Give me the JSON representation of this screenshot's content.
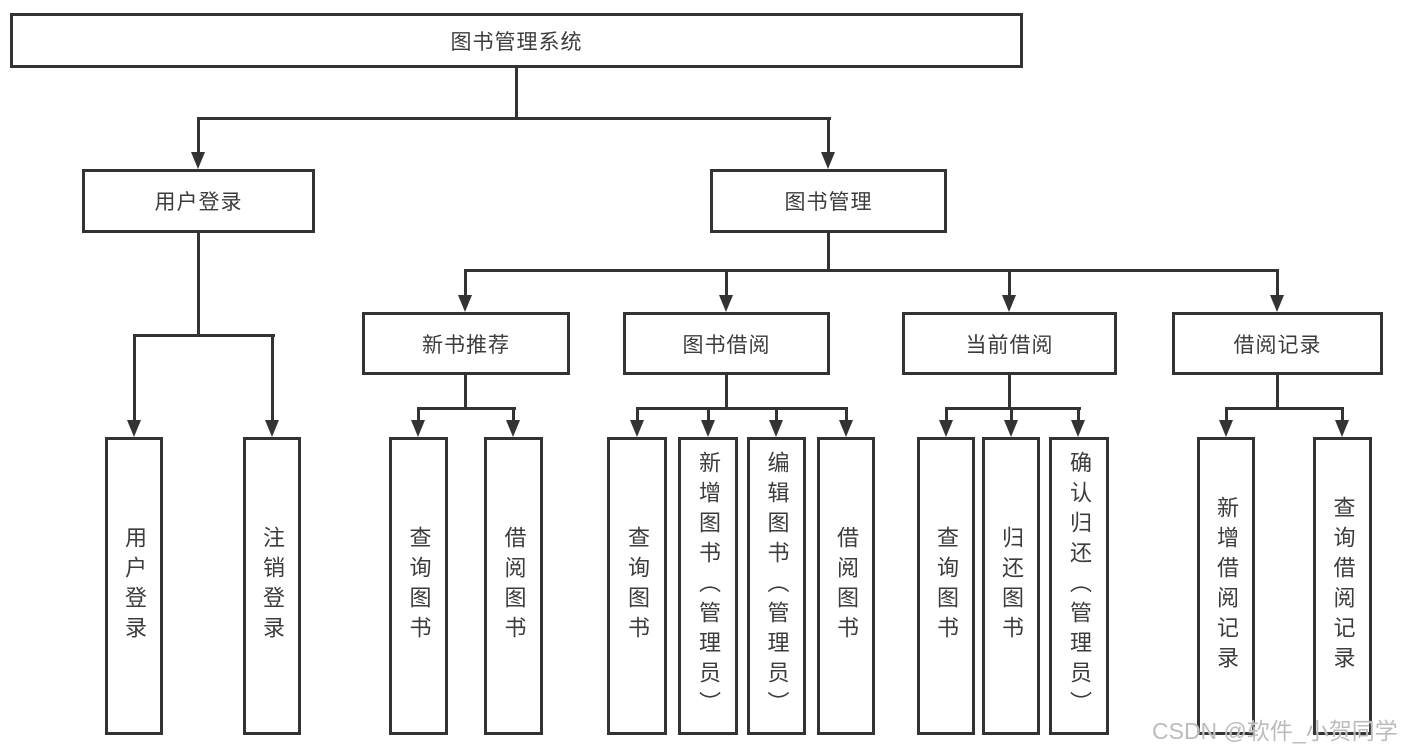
{
  "diagram": {
    "title_node": "图书管理系统",
    "nodes": {
      "root": "图书管理系统",
      "user_login": "用户登录",
      "book_management": "图书管理",
      "new_book_recommend": "新书推荐",
      "book_borrow": "图书借阅",
      "current_borrow": "当前借阅",
      "borrow_records": "借阅记录",
      "leaf_user_login": "用户登录",
      "leaf_logout": "注销登录",
      "leaf_nb_query_books": "查询图书",
      "leaf_nb_borrow_books": "借阅图书",
      "leaf_bb_query_books": "查询图书",
      "leaf_bb_add_books_admin": "新增图书（管理员）",
      "leaf_bb_edit_books_admin": "编辑图书（管理员）",
      "leaf_bb_borrow_books": "借阅图书",
      "leaf_cb_query_books": "查询图书",
      "leaf_cb_return_books": "归还图书",
      "leaf_cb_confirm_return_admin": "确认归还（管理员）",
      "leaf_br_add_record": "新增借阅记录",
      "leaf_br_query_record": "查询借阅记录"
    },
    "watermark": "CSDN @软件_小贺同学"
  },
  "colors": {
    "line": "#333333",
    "text": "#3c3c3c",
    "watermark": "#bcbcbc",
    "background": "#ffffff"
  }
}
